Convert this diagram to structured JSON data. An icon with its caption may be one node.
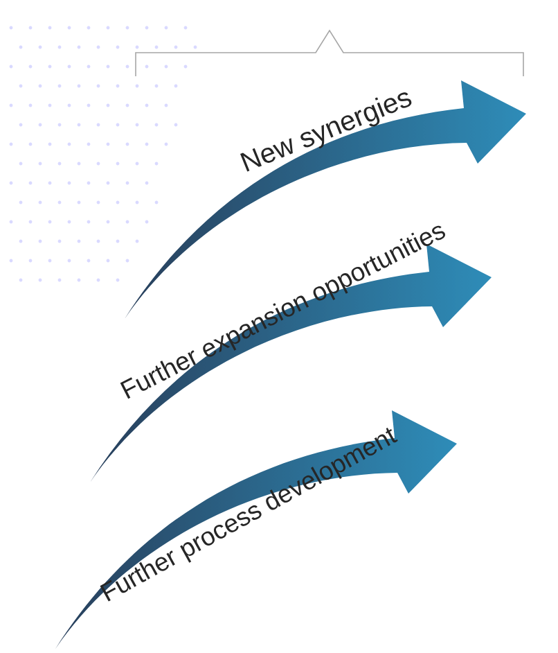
{
  "diagram": {
    "labels": [
      "New synergies",
      "Further expansion opportunities",
      "Further process development"
    ]
  }
}
